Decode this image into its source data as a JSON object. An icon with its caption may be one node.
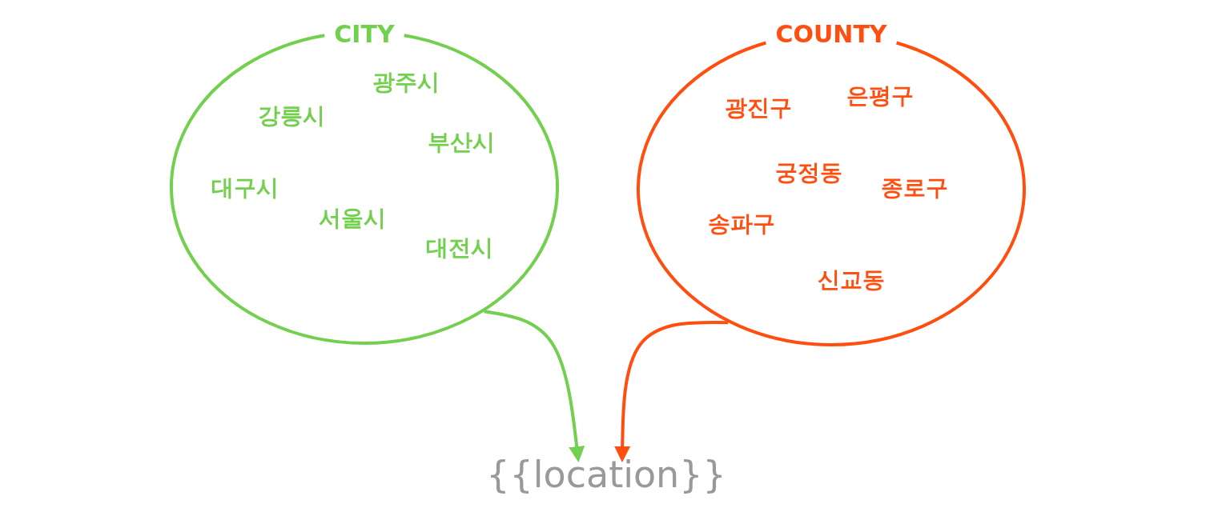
{
  "diagram": {
    "nodes": [
      {
        "text": [
          "CITY",
          "광주시",
          "강릉시",
          "부산시",
          "대구시",
          "서울시",
          "대전시"
        ]
      },
      {
        "text": [
          "COUNTY",
          "광진구",
          "은평구",
          "궁정동",
          "종로구",
          "송파구",
          "신교동"
        ]
      },
      {
        "text": [
          "{{location}}"
        ]
      }
    ],
    "edges": [
      {
        "from": 0,
        "to": 2,
        "arrow": "to",
        "color": "#72d04e"
      },
      {
        "from": 1,
        "to": 2,
        "arrow": "to",
        "color": "#ff4e0f"
      }
    ]
  }
}
